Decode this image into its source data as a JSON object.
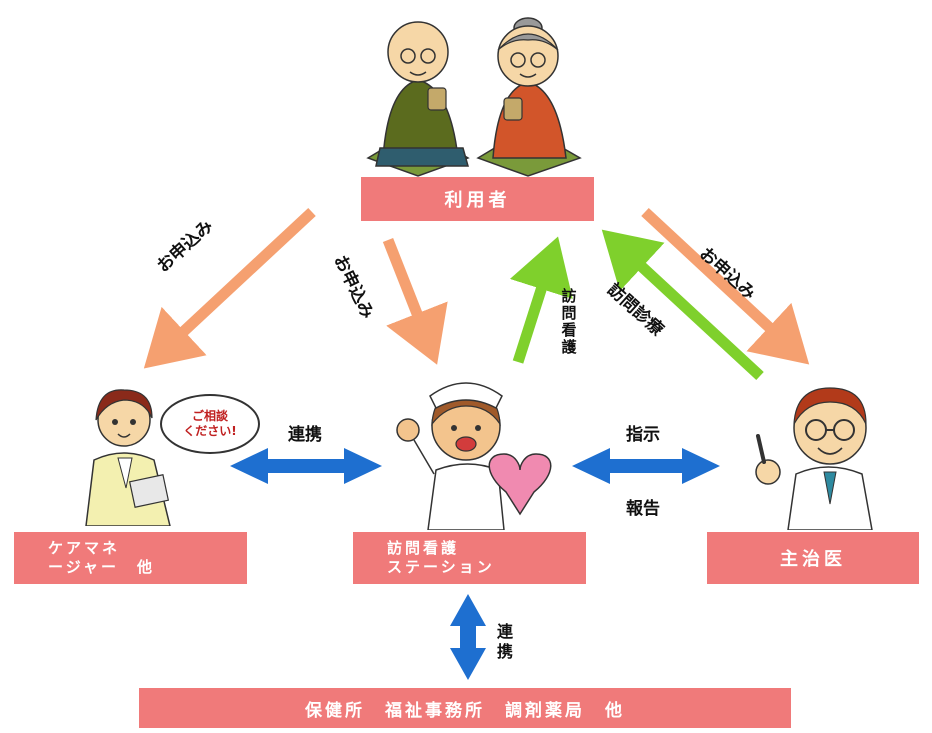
{
  "nodes": {
    "user": "利用者",
    "caremanager_line1": "ケアマネ",
    "caremanager_line2": "ージャー　他",
    "station_line1": "訪問看護",
    "station_line2": "ステーション",
    "doctor": "主治医",
    "bottom": "保健所　福祉事務所　調剤薬局　他"
  },
  "edges": {
    "apply_left": "お申込み",
    "apply_center": "お申込み",
    "visit_nursing": "訪問看護",
    "visit_medical": "訪問診療",
    "apply_right": "お申込み",
    "coop_left": "連携",
    "instruction": "指示",
    "report": "報告",
    "coop_bottom": "連携"
  },
  "speech_bubble": {
    "line1": "ご相談",
    "line2": "ください!"
  },
  "colors": {
    "box_fill": "#f07a7a",
    "orange_arrow": "#f5a070",
    "green_arrow": "#7fd02c",
    "blue_arrow": "#1e6fd0"
  }
}
